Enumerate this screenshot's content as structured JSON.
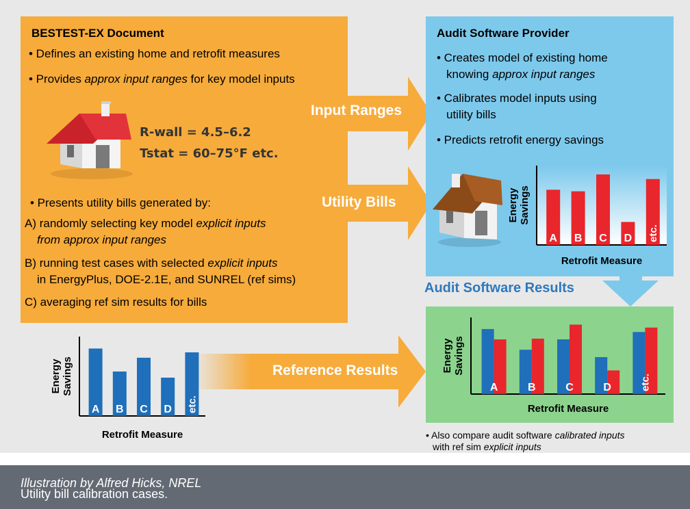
{
  "bestest": {
    "title": "BESTEST-EX Document",
    "bullet1": "• Defines an existing home and retrofit measures",
    "bullet2_pre": "• Provides ",
    "bullet2_it": "approx input ranges",
    "bullet2_post": " for key model inputs",
    "rwall": "R-wall = 4.5–6.2",
    "tstat": "Tstat = 60–75°F  etc.",
    "bullet3": "•  Presents utility bills generated by:",
    "a1_pre": "A) randomly selecting key model ",
    "a1_it": "explicit inputs",
    "a2_it": "from approx input ranges",
    "b1_pre": "B) running test cases with selected ",
    "b1_it": "explicit inputs",
    "b2": "in EnergyPlus, DOE-2.1E, and SUNREL (ref sims)",
    "c1": "C) averaging ref sim results for bills"
  },
  "audit": {
    "title": "Audit Software Provider",
    "b1": "• Creates model of existing home",
    "b1b_pre": "knowing ",
    "b1b_it": "approx input ranges",
    "b2": "• Calibrates model inputs using",
    "b2b": "utility bills",
    "b3": "• Predicts retrofit energy savings"
  },
  "arrows": {
    "input_ranges": "Input Ranges",
    "utility_bills": "Utility Bills",
    "reference_results": "Reference Results"
  },
  "audit_results_heading": "Audit Software Results",
  "compare_note": {
    "l1_pre": "• Also compare audit software ",
    "l1_it": "calibrated inputs",
    "l2_pre": "with ref sim ",
    "l2_it": "explicit inputs"
  },
  "caption": {
    "main": "Utility bill calibration cases. ",
    "credit": "Illustration by Alfred Hicks, NREL"
  },
  "colors": {
    "orange": "#f6ab3b",
    "blue_box": "#7dc9ec",
    "green_box": "#8cd38e",
    "bar_red": "#e8262c",
    "bar_blue": "#1f6fba"
  },
  "chart_data": [
    {
      "type": "bar",
      "categories": [
        "A",
        "B",
        "C",
        "D",
        "etc."
      ],
      "series": [
        {
          "values": [
            72,
            70,
            92,
            30,
            86
          ]
        }
      ],
      "xlabel": "Retrofit Measure",
      "ylabel": "Energy Savings"
    },
    {
      "type": "bar",
      "categories": [
        "A",
        "B",
        "C",
        "D",
        "etc."
      ],
      "series": [
        {
          "values": [
            88,
            58,
            76,
            50,
            83
          ]
        }
      ],
      "xlabel": "Retrofit Measure",
      "ylabel": "Energy Savings"
    },
    {
      "type": "bar",
      "categories": [
        "A",
        "B",
        "C",
        "D",
        "etc."
      ],
      "series": [
        {
          "values": [
            88,
            60,
            74,
            50,
            84
          ]
        },
        {
          "values": [
            74,
            75,
            94,
            32,
            90
          ]
        }
      ],
      "xlabel": "Retrofit Measure",
      "ylabel": "Energy Savings"
    }
  ]
}
